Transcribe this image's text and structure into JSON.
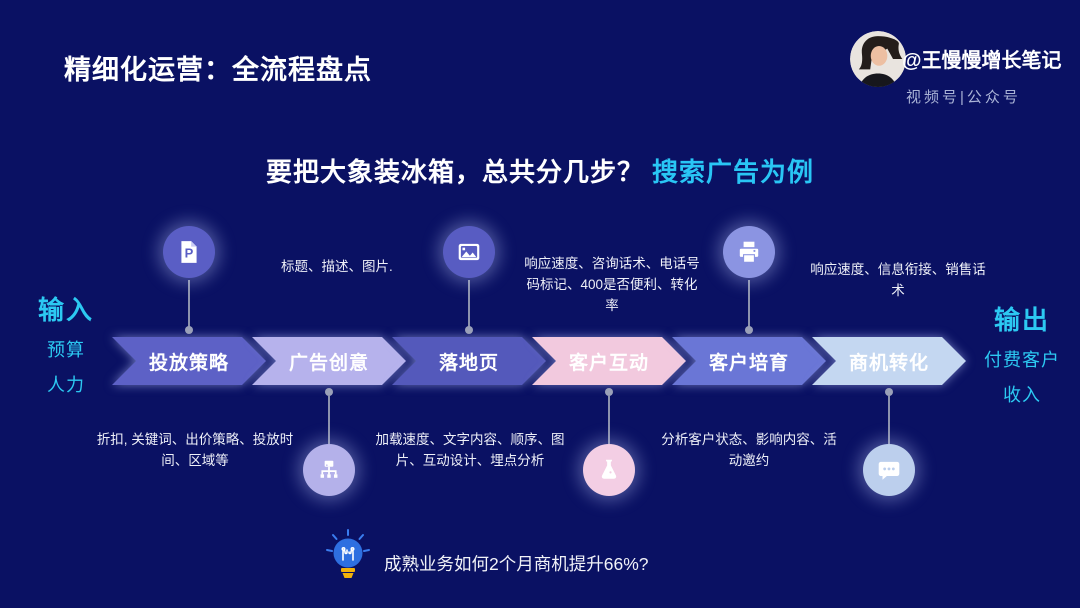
{
  "header": {
    "title": "精细化运营：全流程盘点",
    "author_name": "@王慢慢增长笔记",
    "author_channels": "视频号|公众号"
  },
  "headline": {
    "question": "要把大象装冰箱，总共分几步？",
    "highlight": "搜索广告为例"
  },
  "io": {
    "input_label": "输入",
    "input_line1": "预算",
    "input_line2": "人力",
    "output_label": "输出",
    "output_line1": "付费客户",
    "output_line2": "收入"
  },
  "colors": {
    "background": "#0a1163",
    "accent_cyan": "#29c6f5",
    "stage_colors": [
      "#5d61c6",
      "#b6b2ec",
      "#5459bb",
      "#f2c9de",
      "#6a76d6",
      "#c4d7f1"
    ]
  },
  "stages": [
    {
      "label": "投放策略",
      "icon": "ppt-file-icon",
      "note": "折扣, 关键词、出价策略、投放时间、区域等",
      "note_position": "below"
    },
    {
      "label": "广告创意",
      "icon": "sitemap-icon",
      "note": "标题、描述、图片.",
      "note_position": "above"
    },
    {
      "label": "落地页",
      "icon": "image-icon",
      "note": "加载速度、文字内容、顺序、图片、互动设计、埋点分析",
      "note_position": "below"
    },
    {
      "label": "客户互动",
      "icon": "flask-icon",
      "note": "响应速度、咨询话术、电话号码标记、400是否便利、转化率",
      "note_position": "above"
    },
    {
      "label": "客户培育",
      "icon": "printer-icon",
      "note": "分析客户状态、影响内容、活动邀约",
      "note_position": "below"
    },
    {
      "label": "商机转化",
      "icon": "chat-icon",
      "note": "响应速度、信息衔接、销售话术",
      "note_position": "above"
    }
  ],
  "footer": {
    "tip": "成熟业务如何2个月商机提升66%?"
  }
}
